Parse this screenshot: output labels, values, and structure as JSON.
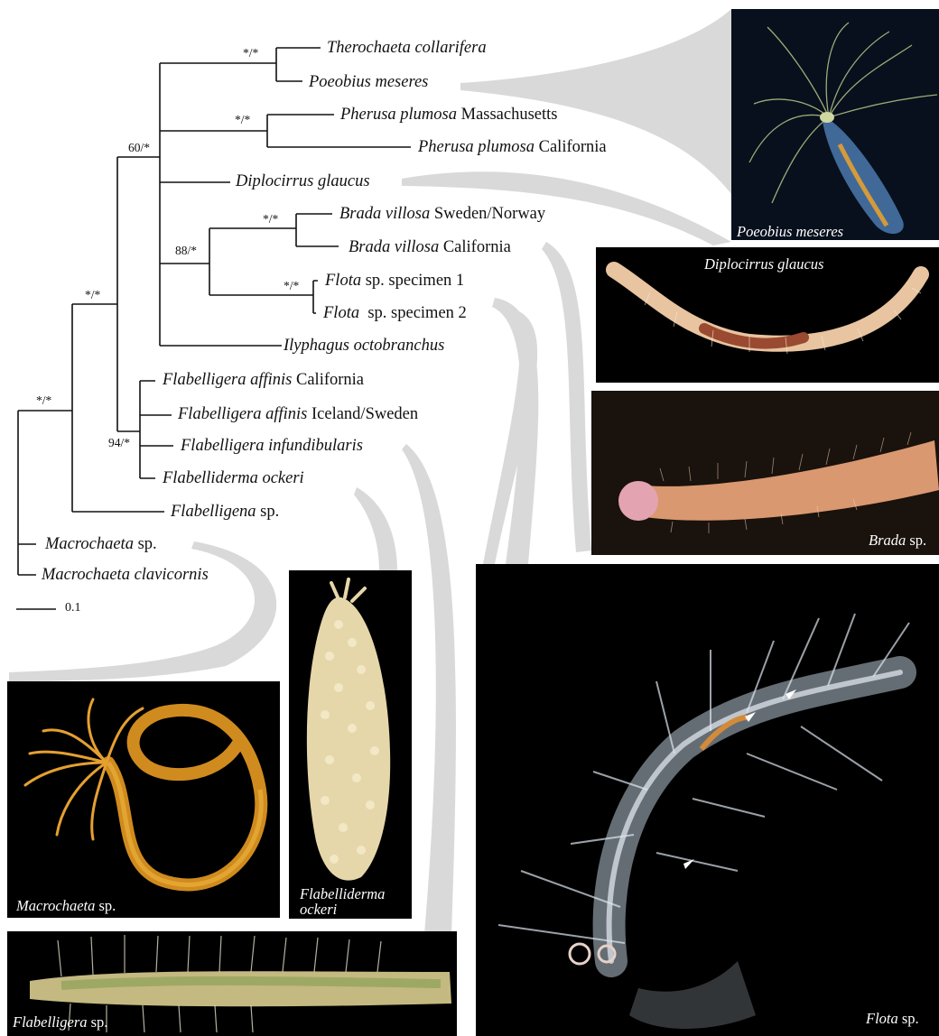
{
  "tree": {
    "taxa": [
      {
        "id": "therochaeta",
        "italic": "Therochaeta collarifera",
        "plain": ""
      },
      {
        "id": "poeobius",
        "italic": "Poeobius meseres",
        "plain": ""
      },
      {
        "id": "pherusa-mass",
        "italic": "Pherusa plumosa",
        "plain": " Massachusetts"
      },
      {
        "id": "pherusa-cal",
        "italic": "Pherusa plumosa",
        "plain": " California"
      },
      {
        "id": "diplocirrus",
        "italic": "Diplocirrus glaucus",
        "plain": ""
      },
      {
        "id": "brada-swe",
        "italic": "Brada villosa",
        "plain": " Sweden/Norway"
      },
      {
        "id": "brada-cal",
        "italic": "Brada villosa",
        "plain": " California"
      },
      {
        "id": "flota-1",
        "italic": "Flota",
        "plain": " sp. specimen 1"
      },
      {
        "id": "flota-2",
        "italic": "Flota",
        "plain": "  sp. specimen 2"
      },
      {
        "id": "ilyphagus",
        "italic": "Ilyphagus octobranchus",
        "plain": ""
      },
      {
        "id": "flabelligera-cal",
        "italic": "Flabelligera affinis",
        "plain": " California"
      },
      {
        "id": "flabelligera-ice",
        "italic": "Flabelligera affinis",
        "plain": " Iceland/Sweden"
      },
      {
        "id": "flabelligera-inf",
        "italic": "Flabelligera infundibularis",
        "plain": ""
      },
      {
        "id": "flabelliderma",
        "italic": "Flabelliderma ockeri",
        "plain": ""
      },
      {
        "id": "flabelligena",
        "italic": "Flabelligena",
        "plain": " sp."
      },
      {
        "id": "macrochaeta-sp",
        "italic": "Macrochaeta",
        "plain": " sp."
      },
      {
        "id": "macrochaeta-clav",
        "italic": "Macrochaeta clavicornis",
        "plain": ""
      }
    ],
    "support": [
      {
        "id": "therochaeta-poeobius",
        "value": "*/*"
      },
      {
        "id": "pherusa",
        "value": "*/*"
      },
      {
        "id": "core-clade",
        "value": "60/*"
      },
      {
        "id": "brada",
        "value": "*/*"
      },
      {
        "id": "brada-flota",
        "value": "88/*"
      },
      {
        "id": "flota",
        "value": "*/*"
      },
      {
        "id": "ingroup",
        "value": "*/*"
      },
      {
        "id": "flabelligera-clade",
        "value": "94/*"
      },
      {
        "id": "root",
        "value": "*/*"
      }
    ],
    "scale_bar": "0.1"
  },
  "photos": [
    {
      "id": "poeobius",
      "italic": "Poeobius meseres",
      "plain": ""
    },
    {
      "id": "diplocirrus",
      "italic": "Diplocirrus glaucus",
      "plain": ""
    },
    {
      "id": "brada",
      "italic": "Brada",
      "plain": " sp."
    },
    {
      "id": "flota",
      "italic": "Flota",
      "plain": " sp."
    },
    {
      "id": "macrochaeta",
      "italic": "Macrochaeta",
      "plain": " sp."
    },
    {
      "id": "flabelliderma",
      "italic": "Flabelliderma ockeri",
      "plain": ""
    },
    {
      "id": "flabelligera",
      "italic": "Flabelligera",
      "plain": " sp."
    }
  ],
  "colors": {
    "branch": "#111111",
    "wedge": "#d9d9d9",
    "photo_bg": "#000000",
    "caption": "#ffffff"
  }
}
